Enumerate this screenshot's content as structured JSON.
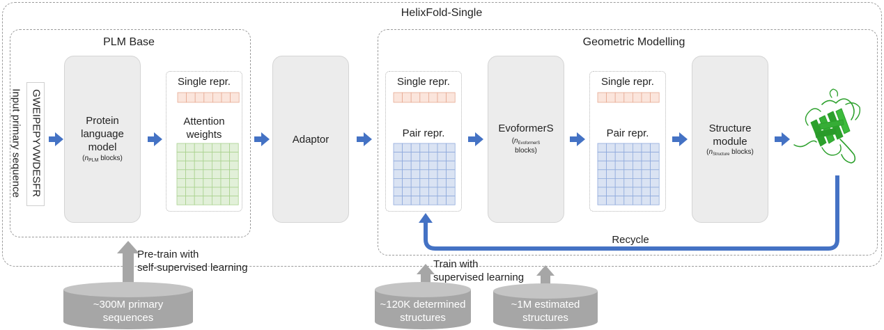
{
  "main_title": "HelixFold-Single",
  "plm_base": {
    "title": "PLM Base",
    "input_sequence": "GWEIPEPYVWDESFR",
    "input_label": "Input primary sequence",
    "plm": {
      "line1": "Protein",
      "line2": "language",
      "line3": "model",
      "n": "n",
      "n_sub": "PLM",
      "n_suffix": " blocks)"
    },
    "single_repr": "Single repr.",
    "attention_line1": "Attention",
    "attention_line2": "weights"
  },
  "adaptor": "Adaptor",
  "geometric": {
    "title": "Geometric Modelling",
    "single_repr_in": "Single repr.",
    "pair_repr_in": "Pair repr.",
    "evoformer": {
      "name": "EvoformerS",
      "n": "n",
      "n_sub": "EvoformerS",
      "suffix": "blocks)"
    },
    "single_repr_out": "Single repr.",
    "pair_repr_out": "Pair repr.",
    "structure": {
      "line1": "Structure",
      "line2": "module",
      "n": "n",
      "n_sub": "Structure",
      "n_suffix": " blocks)"
    },
    "recycle": "Recycle"
  },
  "training": {
    "pretrain_line1": "Pre-train with",
    "pretrain_line2": "self-supervised learning",
    "train_line1": "Train with",
    "train_line2": "supervised learning"
  },
  "databases": [
    {
      "line1": "~300M primary",
      "line2": "sequences"
    },
    {
      "line1": "~120K determined",
      "line2": "structures"
    },
    {
      "line1": "~1M estimated",
      "line2": "structures"
    }
  ],
  "colors": {
    "arrow_blue": "#4472c4",
    "gray_arrow": "#a6a6a6",
    "single_cell": "#fbe5dc",
    "single_cell_border": "#e6a992",
    "attention_cell": "#e2f0d9",
    "attention_border": "#a9d18e",
    "pair_cell": "#dae3f3",
    "pair_border": "#8faadc",
    "protein_green": "#2ca02c"
  }
}
